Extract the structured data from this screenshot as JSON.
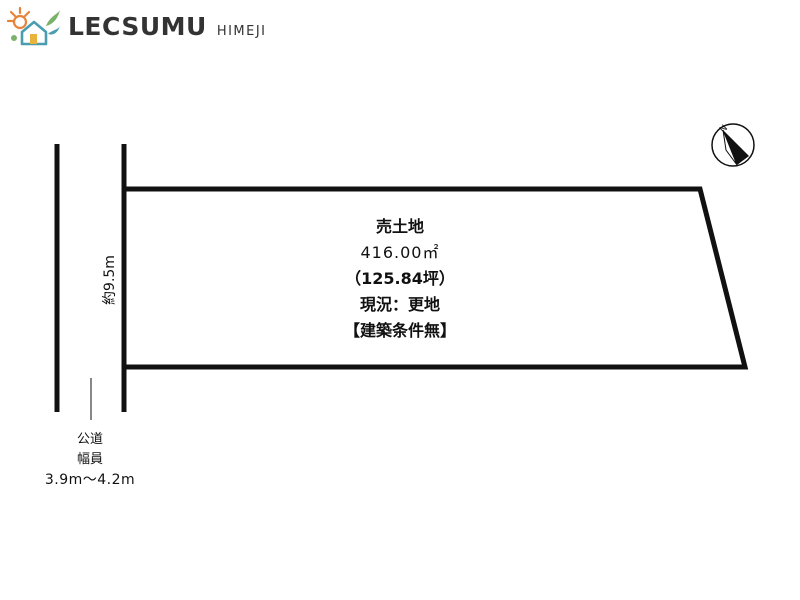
{
  "brand": {
    "name": "LECSUMU",
    "sub": "HIMEJI"
  },
  "compass": {
    "north_label": "N"
  },
  "plot": {
    "title": "売土地",
    "area_sqm": "416.00㎡",
    "area_tsubo": "（125.84坪）",
    "status": "現況：更地",
    "condition": "【建築条件無】"
  },
  "frontage": {
    "label": "約9.5m"
  },
  "road": {
    "type": "公道",
    "width_label": "幅員",
    "width_value": "3.9m～4.2m"
  },
  "colors": {
    "line": "#111111",
    "logo_orange": "#e8833a",
    "logo_teal": "#4a9db0",
    "logo_green": "#7bb26a",
    "logo_yellow": "#e9b43c",
    "brand_text": "#333333"
  }
}
